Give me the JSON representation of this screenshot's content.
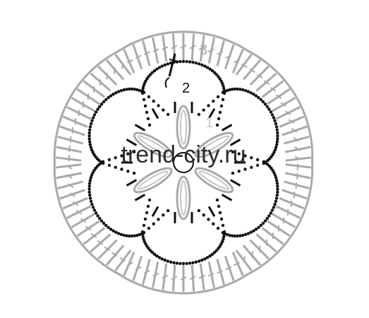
{
  "diagram": {
    "watermark": "trend-city.ru",
    "row_labels": [
      "1",
      "2",
      "3"
    ],
    "petal_count": 6,
    "colors": {
      "background": "#ffffff",
      "gray_stitches": "#a9a9a9",
      "gray_light": "#c4c4c4",
      "black_stitches": "#111111",
      "watermark_text": "#2b2b2b"
    },
    "stitch_symbols": {
      "center_ring": "magic-ring",
      "row1": "elongated-cluster-petals",
      "row2": "chain-loops-with-double-crochet",
      "row3": "fan-of-treble-stitches"
    }
  }
}
